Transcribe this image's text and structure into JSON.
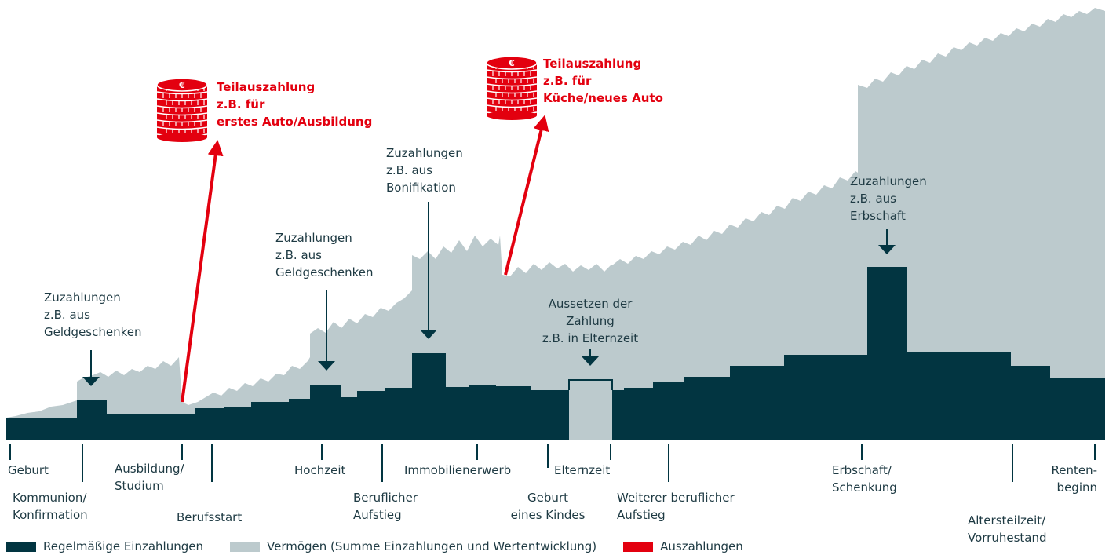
{
  "colors": {
    "deposits": "#023541",
    "assets": "#bccacd",
    "payouts": "#e3000f",
    "text": "#1e3a43"
  },
  "legend": [
    {
      "label": "Regelmäßige Einzahlungen",
      "color": "#023541"
    },
    {
      "label": "Vermögen (Summe Einzahlungen und Wertentwicklung)",
      "color": "#bccacd"
    },
    {
      "label": "Auszahlungen",
      "color": "#e3000f"
    }
  ],
  "payouts": [
    {
      "lines": [
        "Teilauszahlung",
        "z.B. für",
        "erstes Auto/Ausbildung"
      ],
      "icon": "euro-coin-stack-icon"
    },
    {
      "lines": [
        "Teilauszahlung",
        "z.B. für",
        "Küche/neues Auto"
      ],
      "icon": "euro-coin-stack-icon"
    }
  ],
  "annotations": [
    {
      "lines": [
        "Zuzahlungen",
        "z.B. aus",
        "Geldgeschenken"
      ]
    },
    {
      "lines": [
        "Zuzahlungen",
        "z.B. aus",
        "Geldgeschenken"
      ]
    },
    {
      "lines": [
        "Zuzahlungen",
        "z.B. aus",
        "Bonifikation"
      ]
    },
    {
      "lines": [
        "Aussetzen der",
        "Zahlung",
        "z.B. in Elternzeit"
      ]
    },
    {
      "lines": [
        "Zuzahlungen",
        "z.B. aus",
        "Erbschaft"
      ]
    }
  ],
  "timeline": [
    {
      "lines": [
        "Geburt"
      ]
    },
    {
      "lines": [
        "Kommunion/",
        "Konfirmation"
      ]
    },
    {
      "lines": [
        "Ausbildung/",
        "Studium"
      ]
    },
    {
      "lines": [
        "Berufsstart"
      ]
    },
    {
      "lines": [
        "Hochzeit"
      ]
    },
    {
      "lines": [
        "Beruflicher",
        "Aufstieg"
      ]
    },
    {
      "lines": [
        "Immobilienerwerb"
      ]
    },
    {
      "lines": [
        "Geburt",
        "eines Kindes"
      ]
    },
    {
      "lines": [
        "Elternzeit"
      ]
    },
    {
      "lines": [
        "Weiterer beruflicher",
        "Aufstieg"
      ]
    },
    {
      "lines": [
        "Erbschaft/",
        "Schenkung"
      ]
    },
    {
      "lines": [
        "Altersteilzeit/",
        "Vorruhestand"
      ]
    },
    {
      "lines": [
        "Renten-",
        "beginn"
      ]
    }
  ]
}
